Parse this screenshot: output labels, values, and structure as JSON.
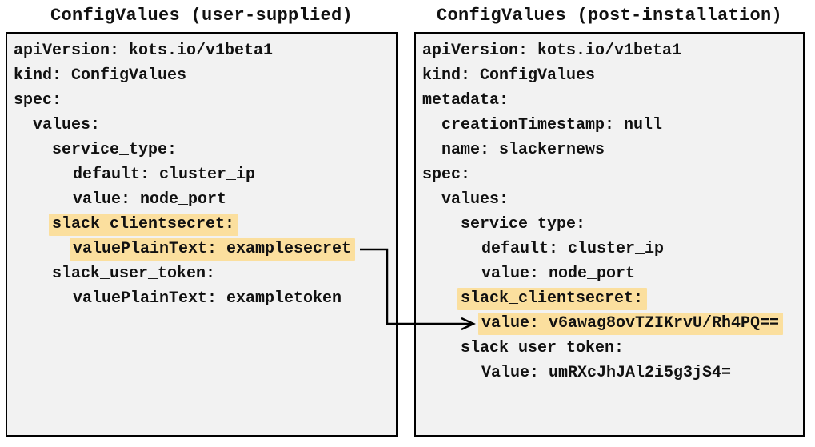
{
  "panels": [
    {
      "title": "ConfigValues (user-supplied)",
      "lines": [
        {
          "indent": 0,
          "text": "apiVersion: kots.io/v1beta1",
          "highlight": false
        },
        {
          "indent": 0,
          "text": "kind: ConfigValues",
          "highlight": false
        },
        {
          "indent": 0,
          "text": "spec:",
          "highlight": false
        },
        {
          "indent": 1,
          "text": "values:",
          "highlight": false
        },
        {
          "indent": 2,
          "text": "service_type:",
          "highlight": false
        },
        {
          "indent": 3,
          "text": "default: cluster_ip",
          "highlight": false
        },
        {
          "indent": 3,
          "text": "value: node_port",
          "highlight": false
        },
        {
          "indent": 2,
          "text": "slack_clientsecret:",
          "highlight": true
        },
        {
          "indent": 3,
          "text": "valuePlainText: examplesecret",
          "highlight": true
        },
        {
          "indent": 2,
          "text": "slack_user_token:",
          "highlight": false
        },
        {
          "indent": 3,
          "text": "valuePlainText: exampletoken",
          "highlight": false
        }
      ]
    },
    {
      "title": "ConfigValues (post-installation)",
      "lines": [
        {
          "indent": 0,
          "text": "apiVersion: kots.io/v1beta1",
          "highlight": false
        },
        {
          "indent": 0,
          "text": "kind: ConfigValues",
          "highlight": false
        },
        {
          "indent": 0,
          "text": "metadata:",
          "highlight": false
        },
        {
          "indent": 1,
          "text": "creationTimestamp: null",
          "highlight": false
        },
        {
          "indent": 1,
          "text": "name: slackernews",
          "highlight": false
        },
        {
          "indent": 0,
          "text": "spec:",
          "highlight": false
        },
        {
          "indent": 1,
          "text": "values:",
          "highlight": false
        },
        {
          "indent": 2,
          "text": "service_type:",
          "highlight": false
        },
        {
          "indent": 3,
          "text": "default: cluster_ip",
          "highlight": false
        },
        {
          "indent": 3,
          "text": "value: node_port",
          "highlight": false
        },
        {
          "indent": 2,
          "text": "slack_clientsecret:",
          "highlight": true
        },
        {
          "indent": 3,
          "text": "value: v6awag8ovTZIKrvU/Rh4PQ==",
          "highlight": true
        },
        {
          "indent": 2,
          "text": "slack_user_token:",
          "highlight": false
        },
        {
          "indent": 3,
          "text": "Value: umRXcJhJAl2i5g3jS4=",
          "highlight": false
        }
      ]
    },
    {
      "title": ""
    }
  ],
  "arrow": {
    "from_text": "valuePlainText: examplesecret",
    "to_text": "value: v6awag8ovTZIKrvU/Rh4PQ=="
  },
  "colors": {
    "highlight": "#fbdf9e",
    "panel_bg": "#f2f2f2",
    "panel_border": "#000000",
    "arrow": "#000000",
    "text": "#111111"
  }
}
